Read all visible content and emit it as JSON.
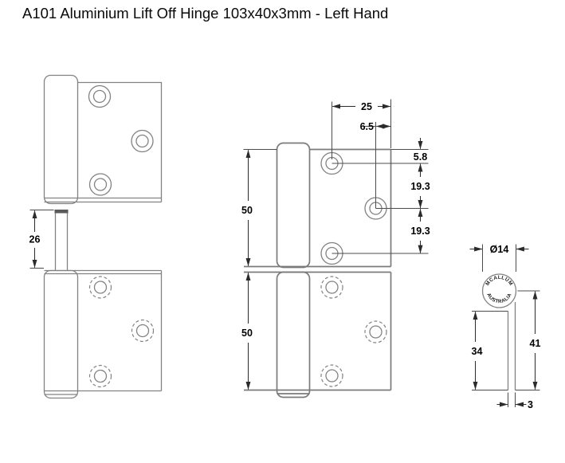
{
  "title": "A101 Aluminium Lift Off Hinge 103x40x3mm - Left Hand",
  "views": {
    "front": {
      "pin_length": "26"
    },
    "dimensioned": {
      "top_hole_to_edge": "25",
      "middle_hole_to_edge": "6.5",
      "edge_to_first_hole": "5.8",
      "hole_pitch_upper": "19.3",
      "hole_pitch_lower": "19.3",
      "top_leaf_height": "50",
      "bottom_leaf_height": "50"
    },
    "side": {
      "knuckle_diameter": "Ø14",
      "inner_leaf_height": "34",
      "outer_leaf_height": "41",
      "leaf_thickness": "3",
      "logo": {
        "top": "MCALLUM",
        "bottom": "AUSTRALIA"
      }
    }
  },
  "colors": {
    "background": "#ffffff",
    "outline": "#828282",
    "dimension_line": "#2b2b2b",
    "text": "#000000"
  }
}
